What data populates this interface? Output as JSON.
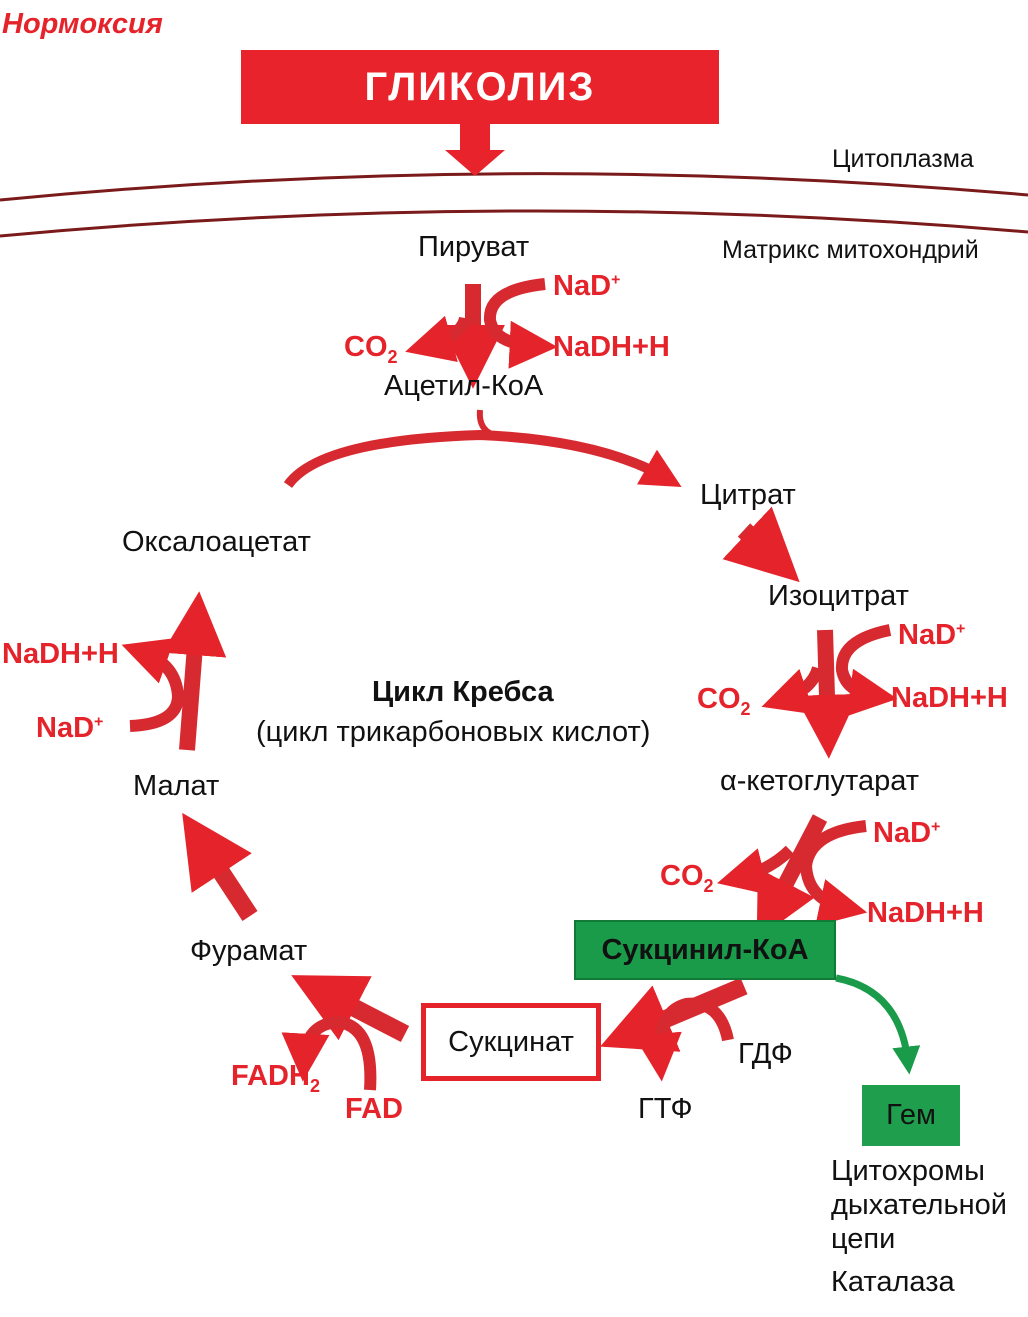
{
  "title": "Нормоксия",
  "glycolysis": "ГЛИКОЛИЗ",
  "compartments": {
    "cytoplasm": "Цитоплазма",
    "matrix": "Матрикс митохондрий"
  },
  "metabolites": {
    "pyruvate": "Пируват",
    "acetyl_coa": "Ацетил-КоА",
    "citrate": "Цитрат",
    "isocitrate": "Изоцитрат",
    "akg": "α-кетоглутарат",
    "succinyl_coa": "Сукцинил-КоА",
    "succinate": "Сукцинат",
    "fumarate": "Фурамат",
    "malate": "Малат",
    "oxaloacetate": "Оксалоацетат"
  },
  "cycle": {
    "title": "Цикл Кребса",
    "subtitle": "(цикл трикарбоновых кислот)"
  },
  "cofactors": {
    "pdh": {
      "nad": "NaD",
      "nad_sup": "+",
      "nadh": "NaDH+H",
      "co2": "CO",
      "co2_sub": "2"
    },
    "idh": {
      "nad": "NaD",
      "nad_sup": "+",
      "nadh": "NaDH+H",
      "co2": "CO",
      "co2_sub": "2"
    },
    "akgdh": {
      "nad": "NaD",
      "nad_sup": "+",
      "nadh": "NaDH+H",
      "co2": "CO",
      "co2_sub": "2"
    },
    "scs": {
      "gdp": "ГДФ",
      "gtp": "ГТФ"
    },
    "sdh": {
      "fadh2": "FADH",
      "fadh2_sub": "2",
      "fad": "FAD"
    },
    "mdh": {
      "nadh": "NaDH+H",
      "nad": "NaD",
      "nad_sup": "+"
    }
  },
  "heme": {
    "label": "Гем",
    "products": [
      "Цитохромы",
      "дыхательной",
      "цепи",
      "Каталаза"
    ]
  },
  "colors": {
    "red": "#e5232b",
    "green": "#1a9b4a",
    "membrane": "#7a1a1a"
  }
}
